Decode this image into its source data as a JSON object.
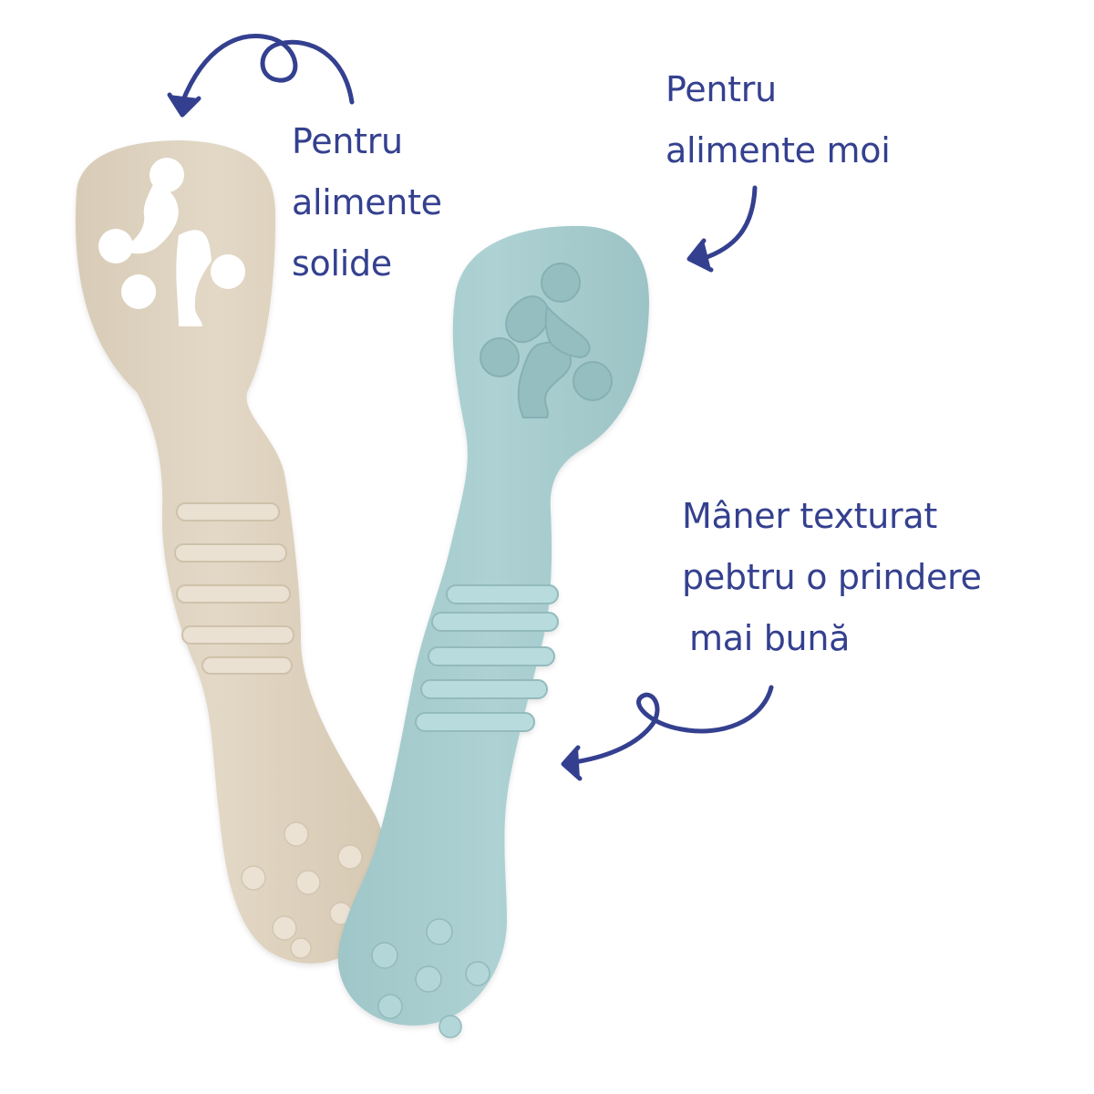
{
  "annotations": {
    "solid_foods": {
      "lines": [
        "Pentru",
        "alimente",
        "solide"
      ]
    },
    "soft_foods": {
      "lines": [
        "Pentru",
        "alimente moi"
      ]
    },
    "textured_handle": {
      "lines": [
        "Mâner texturat",
        "pebtru o prindere",
        "mai bună"
      ]
    }
  },
  "colors": {
    "annotation_text": "#34408f",
    "arrow": "#34408f",
    "beige_spoon": "#e2d7c5",
    "blue_spoon": "#a9ced0",
    "background": "#ffffff"
  },
  "icons": {
    "arrow_solid": "curly-arrow-icon",
    "arrow_soft": "curved-arrow-icon",
    "arrow_grip": "curly-arrow-icon"
  }
}
